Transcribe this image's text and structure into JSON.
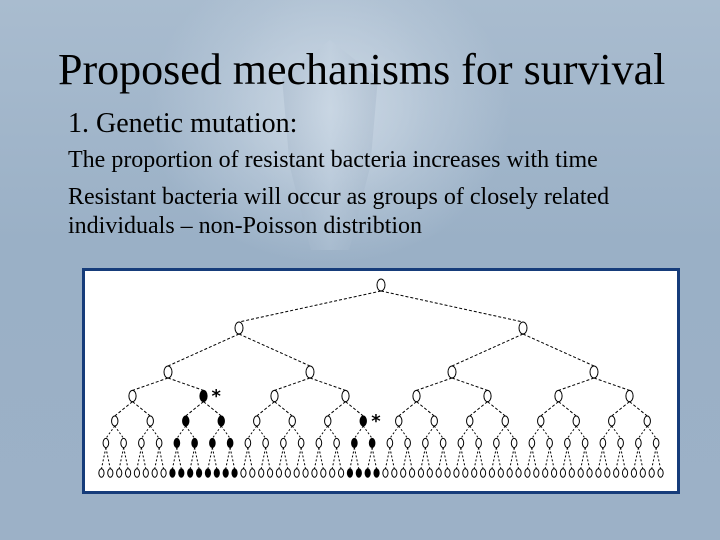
{
  "slide": {
    "title": "Proposed mechanisms for survival",
    "subtitle": "1. Genetic mutation:",
    "body_lines": [
      "The proportion of resistant bacteria increases with time",
      "Resistant bacteria will occur as groups of closely related individuals – non-Poisson distribtion"
    ]
  },
  "diagram": {
    "description_marker": "*",
    "markers": [
      "*",
      "*"
    ],
    "colors": {
      "border": "#163c7a",
      "open": "#ffffff",
      "resistant": "#000000"
    },
    "levels": 7,
    "mutation_nodes": [
      {
        "level": 3,
        "index": 1
      },
      {
        "level": 4,
        "index": 7
      }
    ]
  }
}
